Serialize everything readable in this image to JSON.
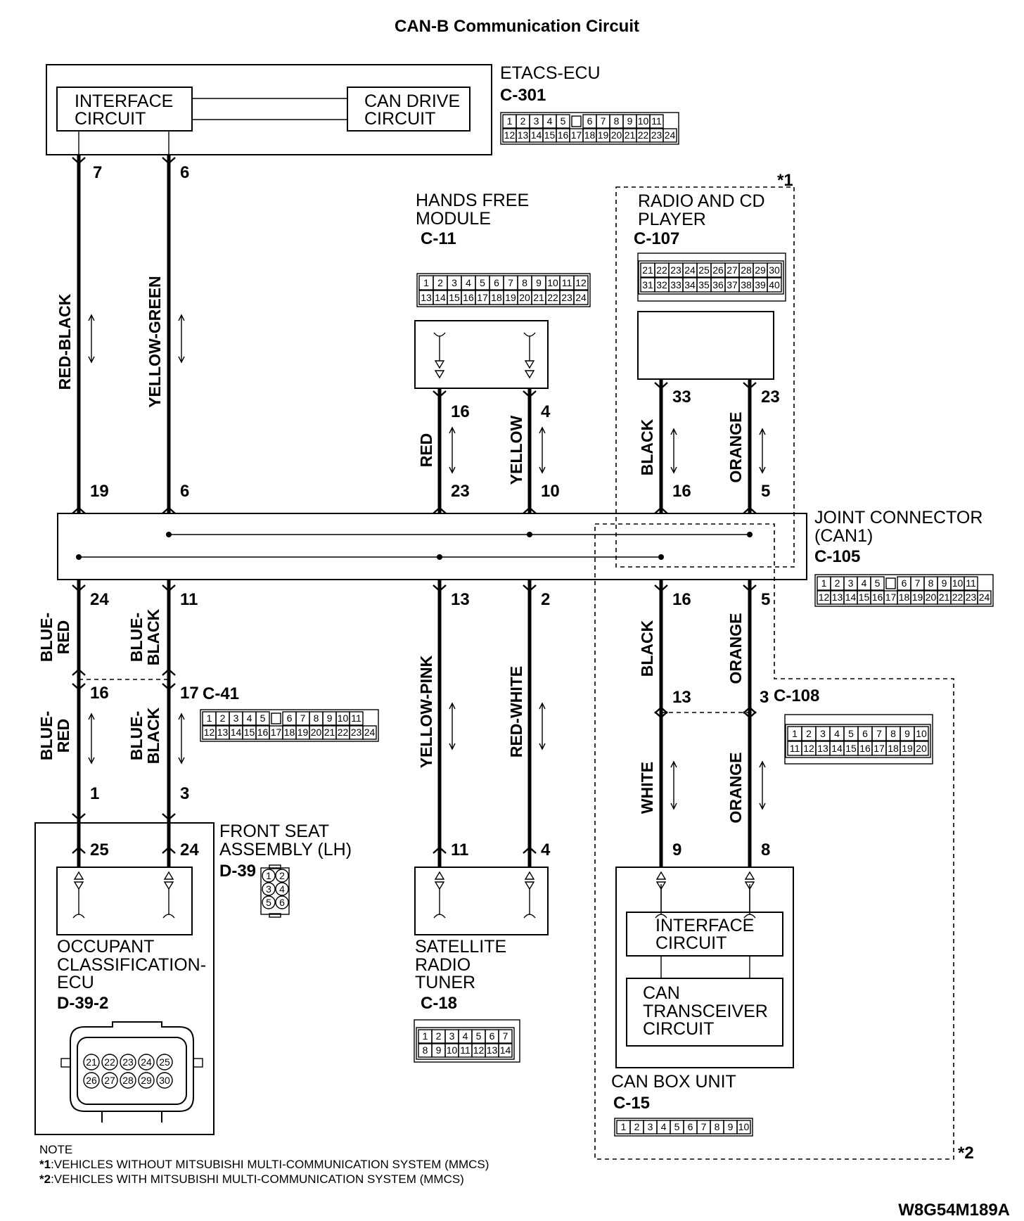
{
  "title": "CAN-B Communication Circuit",
  "etacs": {
    "name": "ETACS-ECU",
    "id": "C-301",
    "interface": [
      "INTERFACE",
      "CIRCUIT"
    ],
    "can_drive": [
      "CAN DRIVE",
      "CIRCUIT"
    ],
    "pins": [
      "7",
      "6"
    ],
    "connector_rows": [
      [
        "1",
        "2",
        "3",
        "4",
        "5",
        "",
        "6",
        "7",
        "8",
        "9",
        "10",
        "11"
      ],
      [
        "12",
        "13",
        "14",
        "15",
        "16",
        "17",
        "18",
        "19",
        "20",
        "21",
        "22",
        "23",
        "24"
      ]
    ]
  },
  "wires_top_left": [
    "RED-BLACK",
    "YELLOW-GREEN"
  ],
  "hands_free": {
    "name": [
      "HANDS FREE",
      "MODULE"
    ],
    "id": "C-11",
    "pins_top": [
      "16",
      "4"
    ],
    "wires": [
      "RED",
      "YELLOW"
    ],
    "connector_rows": [
      [
        "1",
        "2",
        "3",
        "4",
        "5",
        "6",
        "7",
        "8",
        "9",
        "10",
        "11",
        "12"
      ],
      [
        "13",
        "14",
        "15",
        "16",
        "17",
        "18",
        "19",
        "20",
        "21",
        "22",
        "23",
        "24"
      ]
    ]
  },
  "radio": {
    "name": [
      "RADIO AND CD",
      "PLAYER"
    ],
    "id": "C-107",
    "pins_top": [
      "33",
      "23"
    ],
    "wires": [
      "BLACK",
      "ORANGE"
    ],
    "connector_rows": [
      [
        "21",
        "22",
        "23",
        "24",
        "25",
        "26",
        "27",
        "28",
        "29",
        "30"
      ],
      [
        "31",
        "32",
        "33",
        "34",
        "35",
        "36",
        "37",
        "38",
        "39",
        "40"
      ]
    ],
    "mark": "*1"
  },
  "joint": {
    "name": [
      "JOINT CONNECTOR",
      "(CAN1)"
    ],
    "id": "C-105",
    "pins_top": [
      "19",
      "6",
      "23",
      "10",
      "16",
      "5"
    ],
    "pins_bottom": [
      "24",
      "11",
      "13",
      "2",
      "16",
      "5"
    ],
    "connector_rows": [
      [
        "1",
        "2",
        "3",
        "4",
        "5",
        "",
        "6",
        "7",
        "8",
        "9",
        "10",
        "11"
      ],
      [
        "12",
        "13",
        "14",
        "15",
        "16",
        "17",
        "18",
        "19",
        "20",
        "21",
        "22",
        "23",
        "24"
      ]
    ]
  },
  "wires_mid_left": [
    "BLUE-RED",
    "BLUE-BLACK"
  ],
  "c41": {
    "id": "C-41",
    "pins": [
      "16",
      "17"
    ],
    "connector_rows": [
      [
        "1",
        "2",
        "3",
        "4",
        "5",
        "",
        "6",
        "7",
        "8",
        "9",
        "10",
        "11"
      ],
      [
        "12",
        "13",
        "14",
        "15",
        "16",
        "17",
        "18",
        "19",
        "20",
        "21",
        "22",
        "23",
        "24"
      ]
    ]
  },
  "wires_low_left": [
    "BLUE-RED",
    "BLUE-BLACK"
  ],
  "ocs_pins_top": [
    "1",
    "3"
  ],
  "front_seat": {
    "name": [
      "FRONT SEAT",
      "ASSEMBLY (LH)"
    ],
    "id": "D-39",
    "pins": [
      "1",
      "2",
      "3",
      "4",
      "5",
      "6"
    ]
  },
  "ocs": {
    "pins": [
      "25",
      "24"
    ],
    "name": [
      "OCCUPANT",
      "CLASSIFICATION-",
      "ECU"
    ],
    "id": "D-39-2",
    "connector_rows": [
      [
        "21",
        "22",
        "23",
        "24",
        "25"
      ],
      [
        "26",
        "27",
        "28",
        "29",
        "30"
      ]
    ]
  },
  "sat_wires": [
    "YELLOW-PINK",
    "RED-WHITE"
  ],
  "sat": {
    "pins": [
      "11",
      "4"
    ],
    "name": [
      "SATELLITE",
      "RADIO",
      "TUNER"
    ],
    "id": "C-18",
    "connector_rows": [
      [
        "1",
        "2",
        "3",
        "4",
        "5",
        "6",
        "7"
      ],
      [
        "8",
        "9",
        "10",
        "11",
        "12",
        "13",
        "14"
      ]
    ]
  },
  "can_wires_mid": [
    "BLACK",
    "ORANGE"
  ],
  "c108": {
    "id": "C-108",
    "pins": [
      "13",
      "3"
    ],
    "connector_rows": [
      [
        "1",
        "2",
        "3",
        "4",
        "5",
        "6",
        "7",
        "8",
        "9",
        "10"
      ],
      [
        "11",
        "12",
        "13",
        "14",
        "15",
        "16",
        "17",
        "18",
        "19",
        "20"
      ]
    ]
  },
  "can_wires_low": [
    "WHITE",
    "ORANGE"
  ],
  "canbox": {
    "pins": [
      "9",
      "8"
    ],
    "interface": [
      "INTERFACE",
      "CIRCUIT"
    ],
    "transceiver": [
      "CAN",
      "TRANSCEIVER",
      "CIRCUIT"
    ],
    "name": "CAN BOX UNIT",
    "id": "C-15",
    "connector_rows": [
      [
        "1",
        "2",
        "3",
        "4",
        "5",
        "6",
        "7",
        "8",
        "9",
        "10"
      ]
    ],
    "mark": "*2"
  },
  "note": {
    "heading": "NOTE",
    "items": [
      {
        "mark": "*1",
        "text": ":VEHICLES WITHOUT MITSUBISHI MULTI-COMMUNICATION SYSTEM (MMCS)"
      },
      {
        "mark": "*2",
        "text": ":VEHICLES WITH MITSUBISHI MULTI-COMMUNICATION SYSTEM (MMCS)"
      }
    ]
  },
  "code": "W8G54M189A"
}
